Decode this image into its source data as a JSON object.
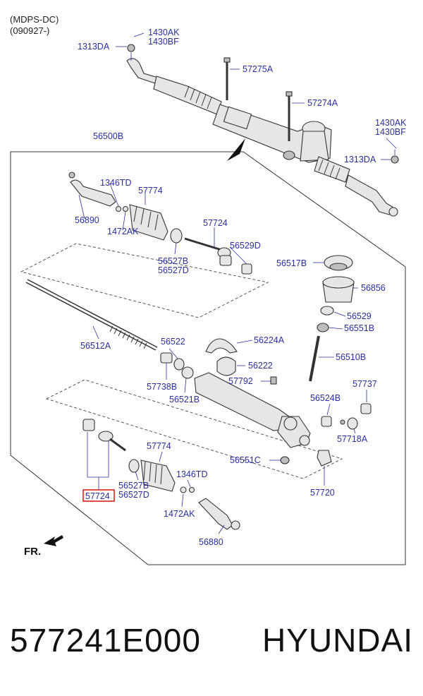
{
  "header": {
    "line1": "(MDPS-DC)",
    "line2": "(090927-)"
  },
  "labels": {
    "a1430AK_top": "1430AK",
    "a1430BF_top": "1430BF",
    "a1313DA_top": "1313DA",
    "a57275A": "57275A",
    "a57274A": "57274A",
    "a1430AK_r": "1430AK",
    "a1430BF_r": "1430BF",
    "a1313DA_r": "1313DA",
    "a56500B": "56500B",
    "a1346TD_u": "1346TD",
    "a57774_u": "57774",
    "a56890": "56890",
    "a1472AK_u": "1472AK",
    "a57724_u": "57724",
    "a56527B_u": "56527B",
    "a56527D_u": "56527D",
    "a56529D": "56529D",
    "a56517B": "56517B",
    "a56856": "56856",
    "a56529": "56529",
    "a56551B": "56551B",
    "a56512A": "56512A",
    "a56522": "56522",
    "a56224A": "56224A",
    "a56222": "56222",
    "a57738B": "57738B",
    "a56521B": "56521B",
    "a57792": "57792",
    "a56510B": "56510B",
    "a56524B": "56524B",
    "a57737": "57737",
    "a57718A": "57718A",
    "a57774_l": "57774",
    "a56527B_l": "56527B",
    "a56527D_l": "56527D",
    "a57724_l": "57724",
    "a1346TD_l": "1346TD",
    "a1472AK_l": "1472AK",
    "a56551C": "56551C",
    "a57720": "57720",
    "a56880": "56880"
  },
  "front_marker": "FR.",
  "highlight": {
    "part": "57724",
    "color": "#e02020"
  },
  "footer": {
    "part_number": "577241E000",
    "brand": "HYUNDAI"
  },
  "colors": {
    "label": "#2b2f9e",
    "line": "#333333"
  }
}
